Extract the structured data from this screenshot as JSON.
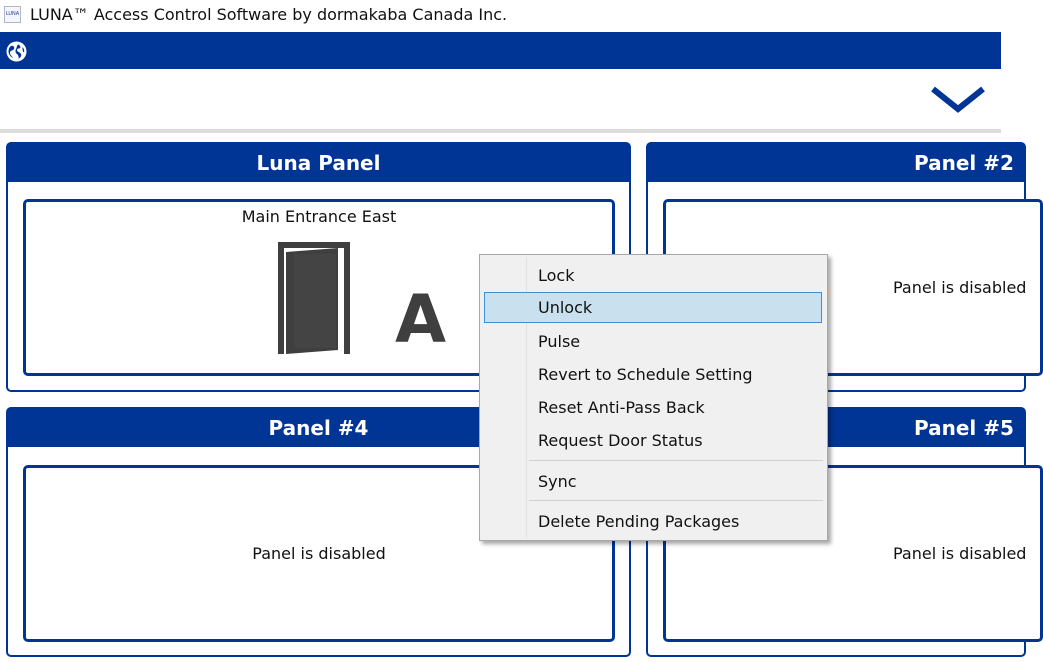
{
  "window": {
    "logo_text": "LUNA",
    "title": "LUNA™ Access Control Software by dormakaba Canada Inc."
  },
  "toolbar": {
    "globe_icon": "globe-icon"
  },
  "collapse": {
    "icon": "chevron-down-icon"
  },
  "panels": [
    {
      "title": "Luna Panel",
      "door_name": "Main Entrance East",
      "door_mode": "A",
      "status": ""
    },
    {
      "title": "Panel #2",
      "status": "Panel is disabled"
    },
    {
      "title": "Panel #4",
      "status": "Panel is disabled"
    },
    {
      "title": "Panel #5",
      "status": "Panel is disabled"
    }
  ],
  "context_menu": {
    "items": [
      {
        "label": "Lock"
      },
      {
        "label": "Unlock"
      },
      {
        "label": "Pulse"
      },
      {
        "label": "Revert to Schedule Setting"
      },
      {
        "label": "Reset Anti-Pass Back"
      },
      {
        "label": "Request Door Status"
      },
      {
        "label": "Sync"
      },
      {
        "label": "Delete Pending Packages"
      }
    ],
    "selected_label": "Unlock"
  },
  "colors": {
    "brand_blue": "#003595",
    "menu_highlight": "#c9e0ef",
    "door_gray": "#3f3f3f"
  }
}
